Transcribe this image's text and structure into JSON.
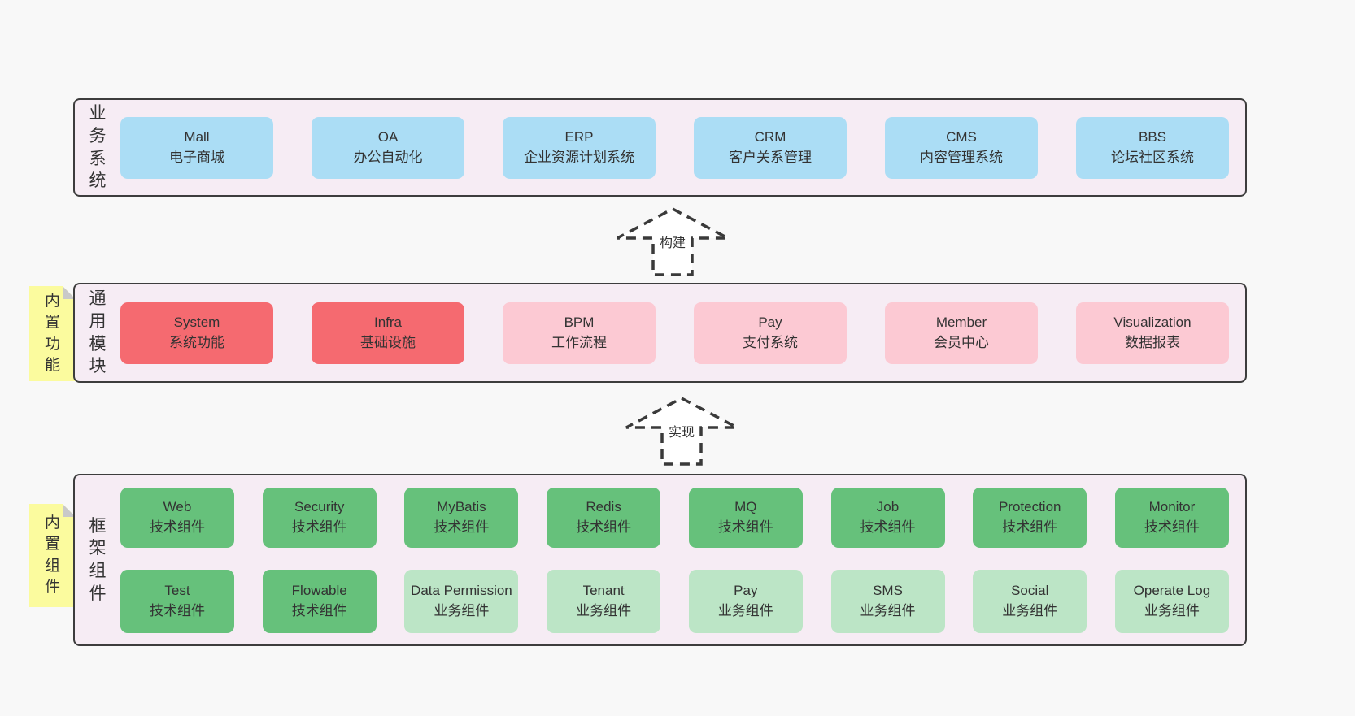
{
  "diagram": {
    "colors": {
      "page_bg": "#f8f8f8",
      "panel_bg": "#f6ecf4",
      "panel_border": "#3d3d3d",
      "blue": "#abddf5",
      "red": "#f56a70",
      "pink": "#fcc9d3",
      "green": "#66c17b",
      "light_green": "#bce5c6",
      "sticky_yellow": "#fbfb9e",
      "text": "#333333"
    },
    "arrows": [
      {
        "label": "构建"
      },
      {
        "label": "实现"
      }
    ],
    "business": {
      "label": "业务系统",
      "boxes": [
        {
          "title": "Mall",
          "subtitle": "电子商城"
        },
        {
          "title": "OA",
          "subtitle": "办公自动化"
        },
        {
          "title": "ERP",
          "subtitle": "企业资源计划系统"
        },
        {
          "title": "CRM",
          "subtitle": "客户关系管理"
        },
        {
          "title": "CMS",
          "subtitle": "内容管理系统"
        },
        {
          "title": "BBS",
          "subtitle": "论坛社区系统"
        }
      ]
    },
    "modules": {
      "label": "通用模块",
      "sticky": "内置功能",
      "boxes": [
        {
          "title": "System",
          "subtitle": "系统功能"
        },
        {
          "title": "Infra",
          "subtitle": "基础设施"
        },
        {
          "title": "BPM",
          "subtitle": "工作流程"
        },
        {
          "title": "Pay",
          "subtitle": "支付系统"
        },
        {
          "title": "Member",
          "subtitle": "会员中心"
        },
        {
          "title": "Visualization",
          "subtitle": "数据报表"
        }
      ]
    },
    "components": {
      "label": "框架组件",
      "sticky": "内置组件",
      "row1": [
        {
          "title": "Web",
          "subtitle": "技术组件"
        },
        {
          "title": "Security",
          "subtitle": "技术组件"
        },
        {
          "title": "MyBatis",
          "subtitle": "技术组件"
        },
        {
          "title": "Redis",
          "subtitle": "技术组件"
        },
        {
          "title": "MQ",
          "subtitle": "技术组件"
        },
        {
          "title": "Job",
          "subtitle": "技术组件"
        },
        {
          "title": "Protection",
          "subtitle": "技术组件"
        },
        {
          "title": "Monitor",
          "subtitle": "技术组件"
        }
      ],
      "row2": [
        {
          "title": "Test",
          "subtitle": "技术组件"
        },
        {
          "title": "Flowable",
          "subtitle": "技术组件"
        },
        {
          "title": "Data Permission",
          "subtitle": "业务组件"
        },
        {
          "title": "Tenant",
          "subtitle": "业务组件"
        },
        {
          "title": "Pay",
          "subtitle": "业务组件"
        },
        {
          "title": "SMS",
          "subtitle": "业务组件"
        },
        {
          "title": "Social",
          "subtitle": "业务组件"
        },
        {
          "title": "Operate Log",
          "subtitle": "业务组件"
        }
      ]
    }
  }
}
